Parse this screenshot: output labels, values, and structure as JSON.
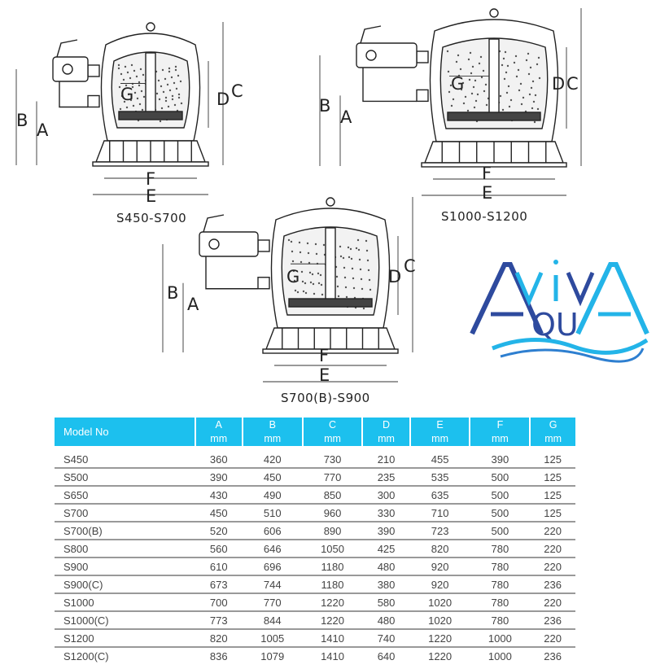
{
  "diagrams": [
    {
      "caption": "S450-S700",
      "labels": {
        "A": "A",
        "B": "B",
        "C": "C",
        "D": "D",
        "E": "E",
        "F": "F",
        "G": "G"
      }
    },
    {
      "caption": "S1000-S1200",
      "labels": {
        "A": "A",
        "B": "B",
        "C": "C",
        "D": "D",
        "E": "E",
        "F": "F",
        "G": "G"
      }
    },
    {
      "caption": "S700(B)-S900",
      "labels": {
        "A": "A",
        "B": "B",
        "C": "C",
        "D": "D",
        "E": "E",
        "F": "F",
        "G": "G"
      }
    }
  ],
  "logo": {
    "text": "AVIVA AQUA",
    "line1": "AvivA",
    "line2": "QU",
    "colors": {
      "dark": "#2e4a9e",
      "light": "#23b4e8"
    }
  },
  "table": {
    "header_color": "#1cc0ee",
    "columns": [
      {
        "name": "Model No",
        "unit": ""
      },
      {
        "name": "A",
        "unit": "mm"
      },
      {
        "name": "B",
        "unit": "mm"
      },
      {
        "name": "C",
        "unit": "mm"
      },
      {
        "name": "D",
        "unit": "mm"
      },
      {
        "name": "E",
        "unit": "mm"
      },
      {
        "name": "F",
        "unit": "mm"
      },
      {
        "name": "G",
        "unit": "mm"
      }
    ],
    "rows": [
      [
        "S450",
        "360",
        "420",
        "730",
        "210",
        "455",
        "390",
        "125"
      ],
      [
        "S500",
        "390",
        "450",
        "770",
        "235",
        "535",
        "500",
        "125"
      ],
      [
        "S650",
        "430",
        "490",
        "850",
        "300",
        "635",
        "500",
        "125"
      ],
      [
        "S700",
        "450",
        "510",
        "960",
        "330",
        "710",
        "500",
        "125"
      ],
      [
        "S700(B)",
        "520",
        "606",
        "890",
        "390",
        "723",
        "500",
        "220"
      ],
      [
        "S800",
        "560",
        "646",
        "1050",
        "425",
        "820",
        "780",
        "220"
      ],
      [
        "S900",
        "610",
        "696",
        "1180",
        "480",
        "920",
        "780",
        "220"
      ],
      [
        "S900(C)",
        "673",
        "744",
        "1180",
        "380",
        "920",
        "780",
        "236"
      ],
      [
        "S1000",
        "700",
        "770",
        "1220",
        "580",
        "1020",
        "780",
        "220"
      ],
      [
        "S1000(C)",
        "773",
        "844",
        "1220",
        "480",
        "1020",
        "780",
        "236"
      ],
      [
        "S1200",
        "820",
        "1005",
        "1410",
        "740",
        "1220",
        "1000",
        "220"
      ],
      [
        "S1200(C)",
        "836",
        "1079",
        "1410",
        "640",
        "1220",
        "1000",
        "236"
      ]
    ]
  }
}
